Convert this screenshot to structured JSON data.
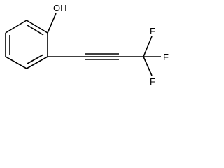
{
  "molecule": {
    "atoms": {
      "hydroxyl": "OH",
      "fluorine_top": "F",
      "fluorine_right": "F",
      "fluorine_bottom": "F"
    },
    "colors": {
      "bond": "#000000",
      "label": "#000000",
      "background": "#ffffff"
    }
  }
}
